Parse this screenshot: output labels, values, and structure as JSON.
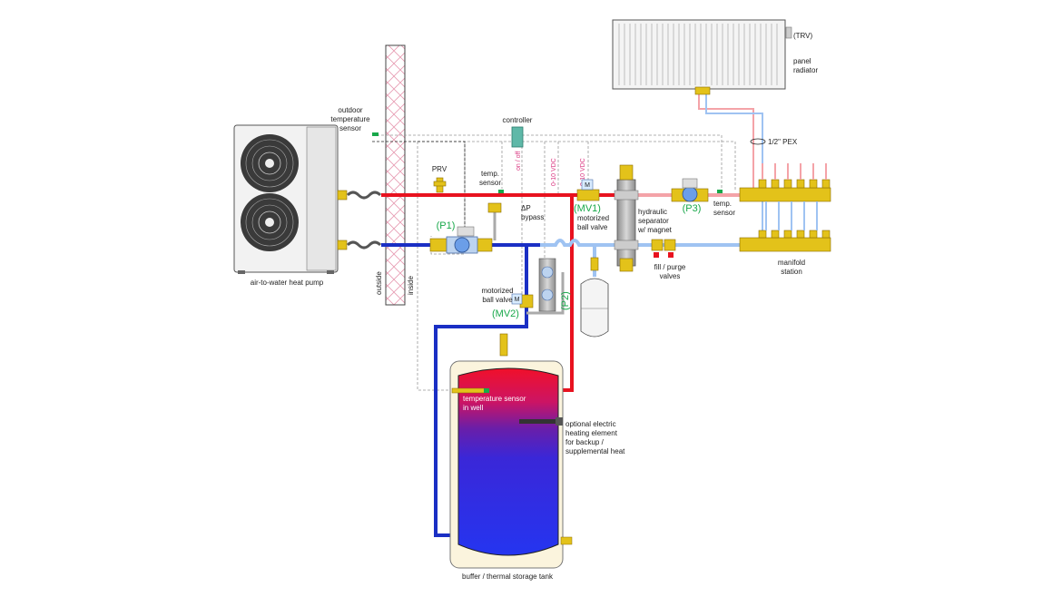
{
  "labels": {
    "trv": "(TRV)",
    "panel_radiator_1": "panel",
    "panel_radiator_2": "radiator",
    "outdoor_sensor_1": "outdoor",
    "outdoor_sensor_2": "temperature",
    "outdoor_sensor_3": "sensor",
    "controller": "controller",
    "pex": "1/2\" PEX",
    "prv": "PRV",
    "temp_sensor_1a": "temp.",
    "temp_sensor_1b": "sensor",
    "dp_bypass_1": "ΔP",
    "dp_bypass_2": "bypass",
    "mv1": "(MV1)",
    "mv1_desc_1": "motorized",
    "mv1_desc_2": "ball valve",
    "hyd_sep_1": "hydraulic",
    "hyd_sep_2": "separator",
    "hyd_sep_3": "w/ magnet",
    "p3": "(P3)",
    "temp_sensor_2a": "temp.",
    "temp_sensor_2b": "sensor",
    "p1": "(P1)",
    "hp_label": "air-to-water heat pump",
    "outside": "outside",
    "inside": "inside",
    "mv2_desc_1": "motorized",
    "mv2_desc_2": "ball valve",
    "mv2": "(MV2)",
    "p2": "(P2)",
    "fill_purge_1": "fill / purge",
    "fill_purge_2": "valves",
    "manifold_1": "manifold",
    "manifold_2": "station",
    "on_off": "on / off",
    "vdc_1": "0-10 VDC",
    "vdc_2": "0-10 VDC",
    "tank_sensor_1": "temperature sensor",
    "tank_sensor_2": "in well",
    "heater_1": "optional electric",
    "heater_2": "heating element",
    "heater_3": "for backup /",
    "heater_4": "supplemental heat",
    "tank_label": "buffer / thermal storage tank",
    "valve_m": "M"
  },
  "colors": {
    "hot": "#e8121f",
    "cold": "#1a2fc4",
    "hot_light": "#f4a3a8",
    "cold_light": "#9fc3f2",
    "brass": "#e3c21a",
    "green_label": "#18a84a",
    "pink_label": "#d9327e",
    "wall_hatch": "#e79bb2"
  }
}
